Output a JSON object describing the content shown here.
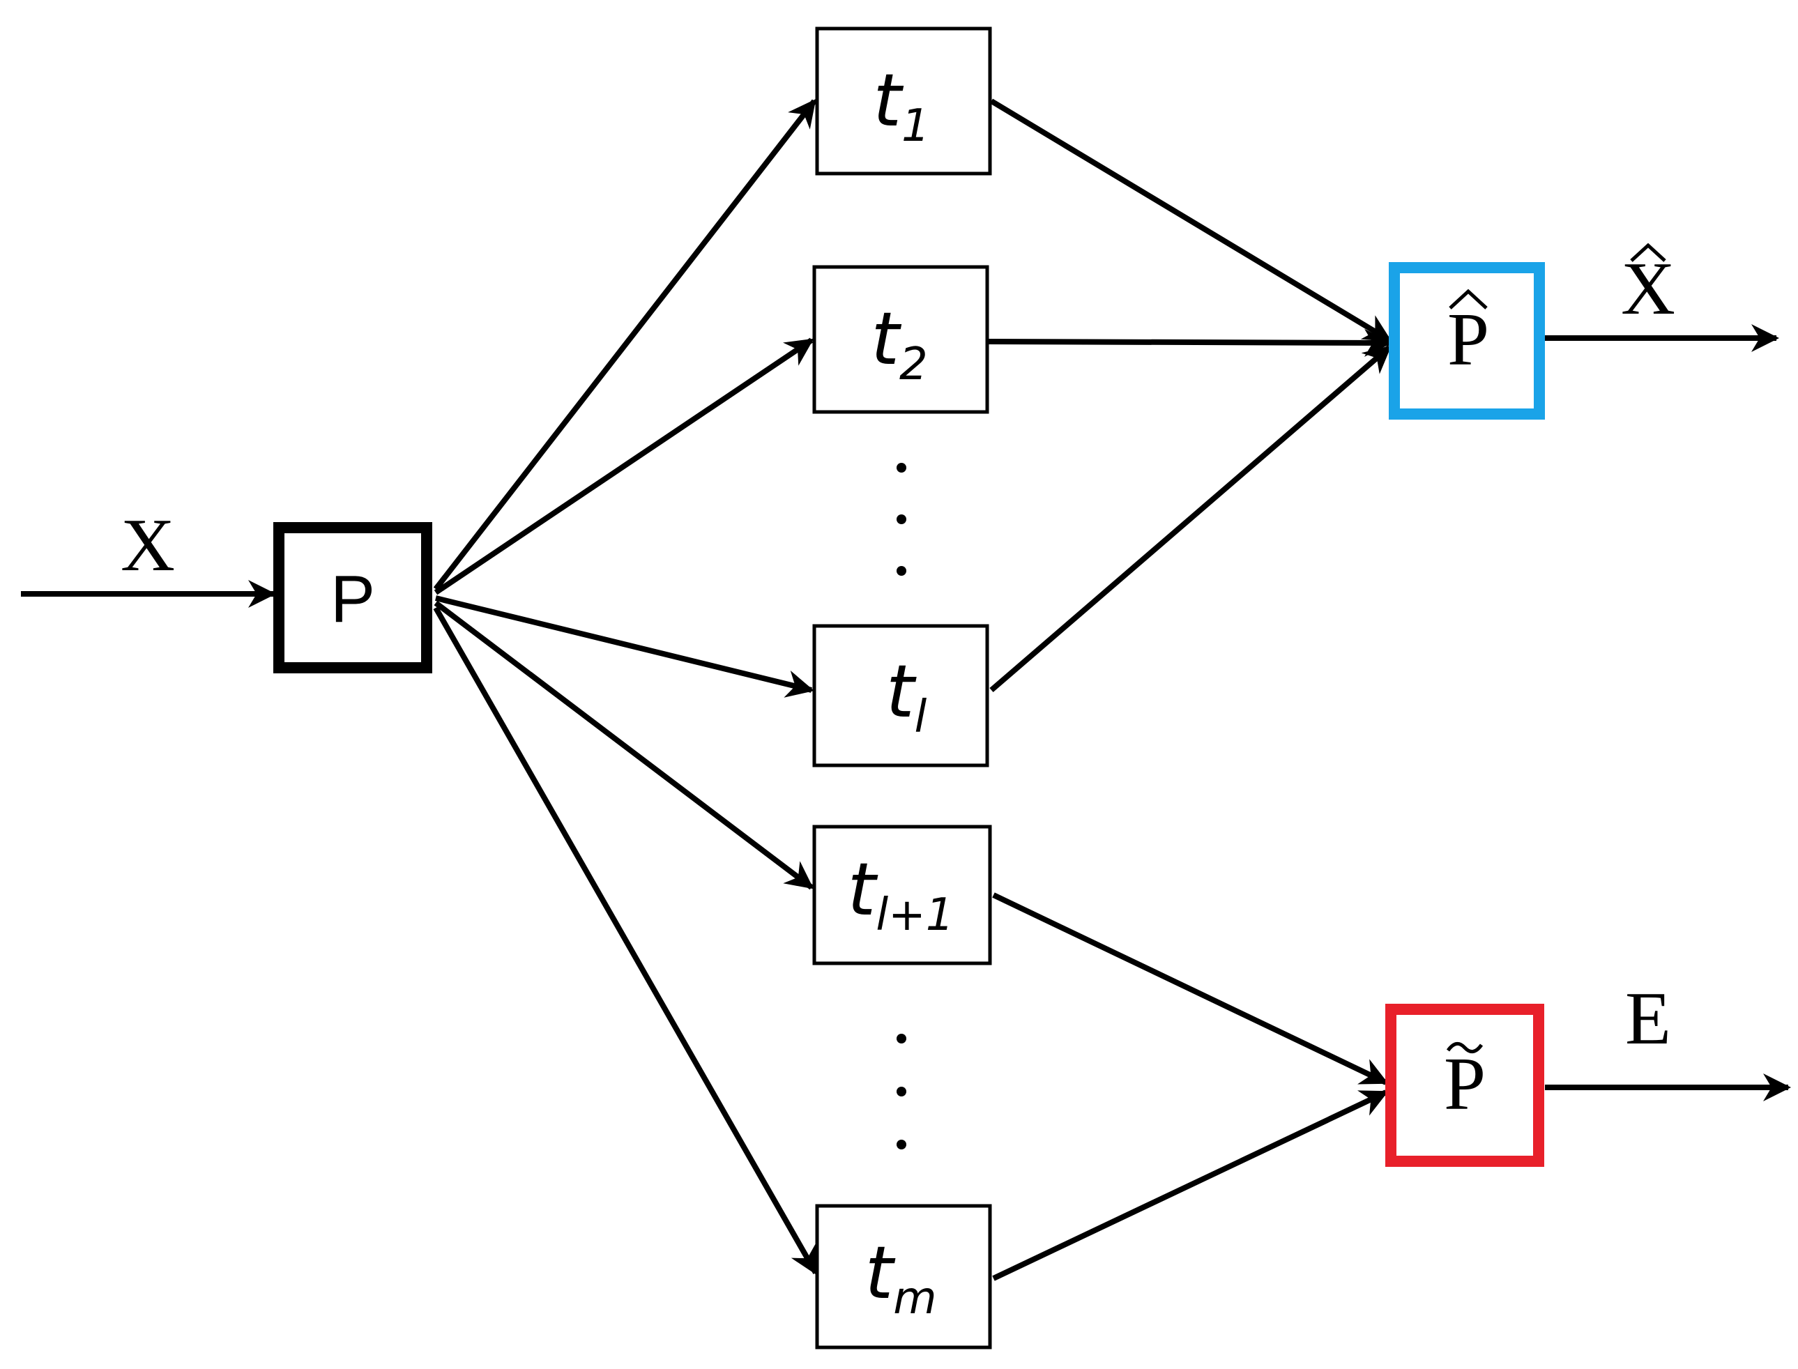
{
  "diagram": {
    "input_label": "X",
    "source_node": "P",
    "tasks": [
      {
        "base": "t",
        "sub": "1"
      },
      {
        "base": "t",
        "sub": "2"
      },
      {
        "base": "t",
        "sub": "l"
      },
      {
        "base": "t",
        "sub": "l+1"
      },
      {
        "base": "t",
        "sub": "m"
      }
    ],
    "ellipsis_marks": "⋮",
    "estimate_node": {
      "letter": "P",
      "accent": "hat",
      "border_color": "#1aa3e8"
    },
    "estimate_output": {
      "letter": "X",
      "accent": "hat"
    },
    "error_node": {
      "letter": "P",
      "accent": "tilde",
      "border_color": "#e8202a"
    },
    "error_output": "E"
  }
}
